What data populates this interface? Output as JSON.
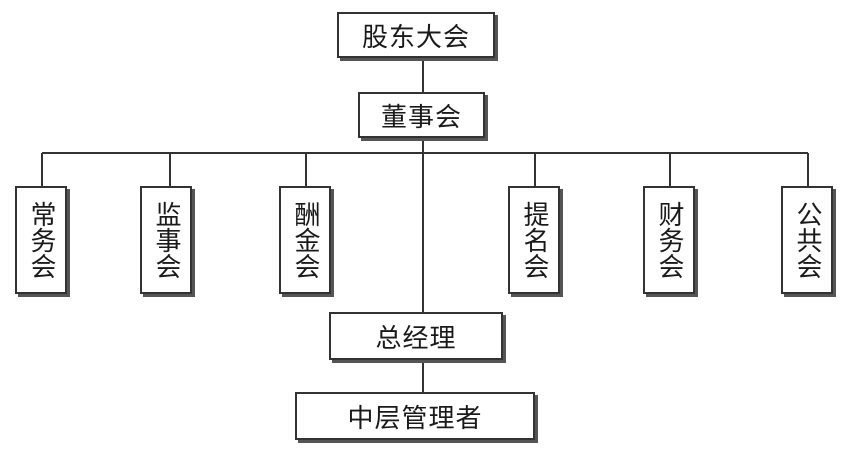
{
  "org_chart": {
    "shareholders_meeting": "股东大会",
    "board_of_directors": "董事会",
    "committees": [
      "常务会",
      "监事会",
      "酬金会",
      "提名会",
      "财务会",
      "公共会"
    ],
    "general_manager": "总经理",
    "middle_managers": "中层管理者"
  }
}
